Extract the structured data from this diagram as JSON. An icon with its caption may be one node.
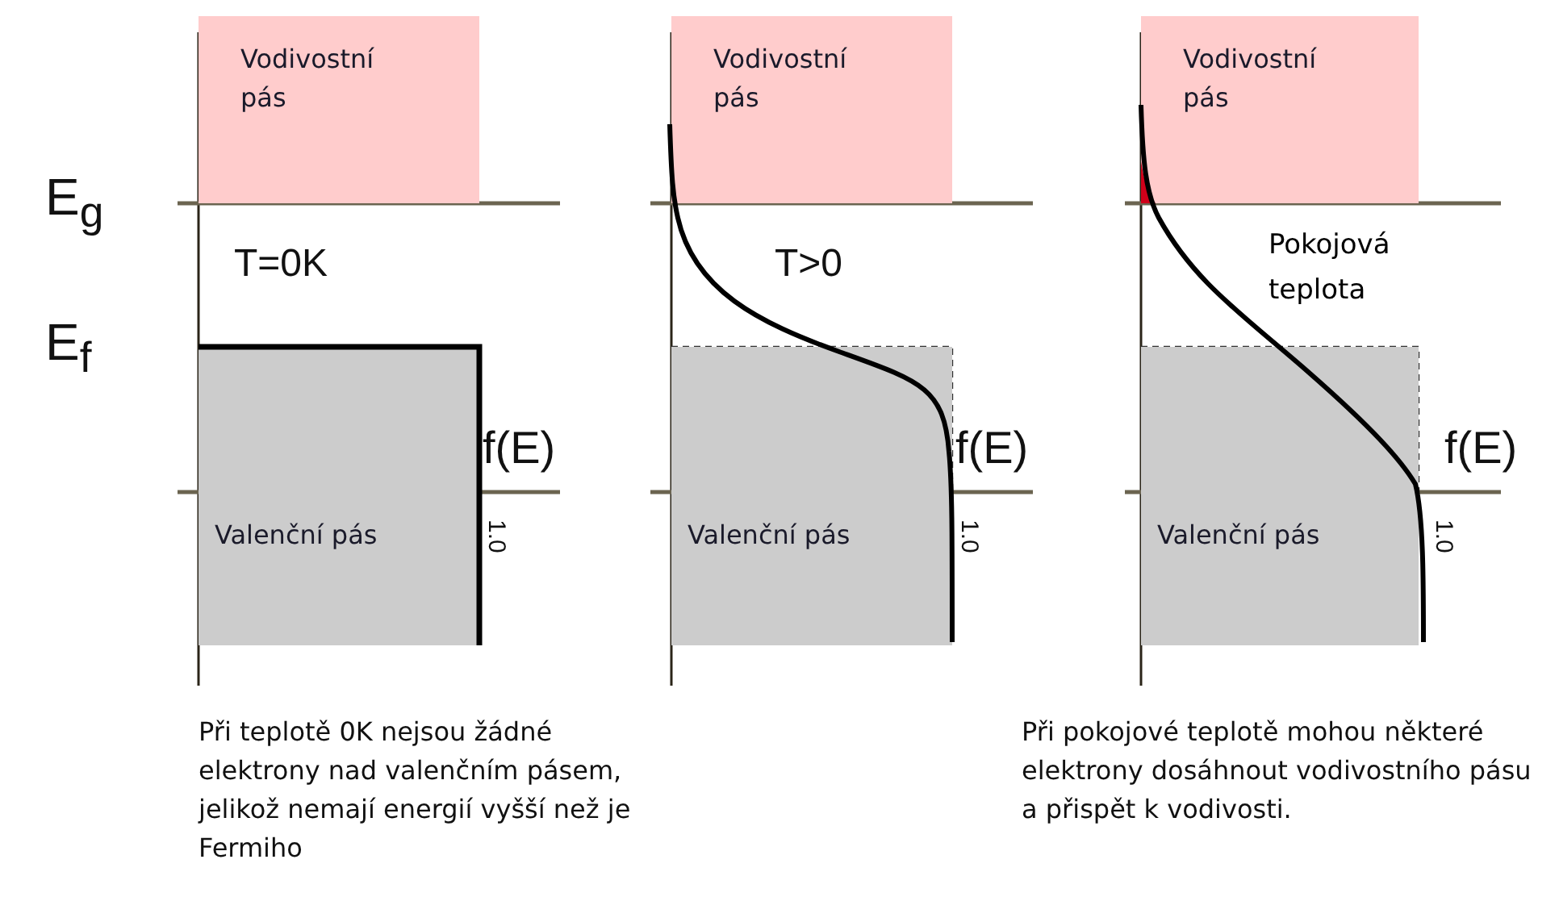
{
  "diagram": {
    "nodes": [
      {
        "text": [
          "Vodivostní pás"
        ]
      },
      {
        "text": [
          "Vodivostní pás"
        ]
      },
      {
        "text": [
          "Vodivostní pás"
        ]
      },
      {
        "text": [
          "Valenční pás"
        ]
      },
      {
        "text": [
          "Valenční pás"
        ]
      },
      {
        "text": [
          "Valenční pás"
        ]
      }
    ],
    "edges": [],
    "labels": [
      "E$_{g}$",
      "E$_{f}$",
      "T=0K",
      "T>0",
      "Pokojová teplota",
      "f(E)",
      "1.0",
      "f(E)",
      "1.0",
      "f(E)",
      "1.0",
      "Při teplotě 0K nejsou žádné elektrony nad valenčním pásem, jelikož nemají energií vyšší než je Fermiho",
      "Při pokojové teplotě mohou některé elektrony dosáhnout vodivostního pásu a přispět k vodivosti."
    ]
  }
}
